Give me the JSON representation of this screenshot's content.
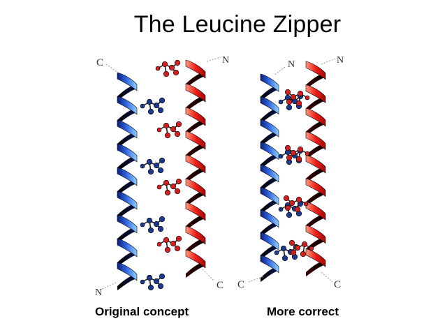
{
  "title": "The Leucine Zipper",
  "panels": [
    {
      "caption": "Original concept",
      "end_labels": [
        "C",
        "N",
        "N",
        "C"
      ]
    },
    {
      "caption": "More correct",
      "end_labels": [
        "N",
        "N",
        "C",
        "C"
      ]
    }
  ],
  "colors": {
    "helix_blue": "#1f4fd0",
    "helix_red": "#e01818",
    "residue_blue": "#1c3a8c",
    "residue_red": "#d02020"
  }
}
